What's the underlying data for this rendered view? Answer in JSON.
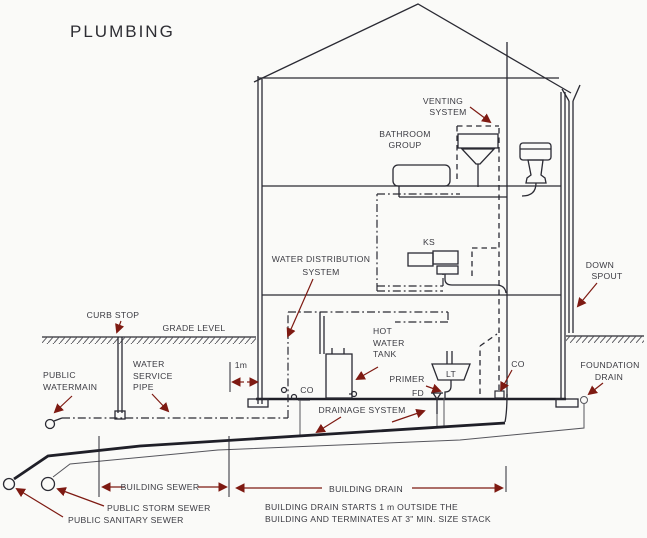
{
  "title": "PLUMBING",
  "colors": {
    "line": "#2a2a33",
    "label": "#3b3b42",
    "arrow": "#7e1a12",
    "background": "#fafaf8"
  },
  "labels": {
    "venting_system": [
      "VENTING",
      "SYSTEM"
    ],
    "bathroom_group": [
      "BATHROOM",
      "GROUP"
    ],
    "kitchen_sink": "KS",
    "water_distribution": [
      "WATER DISTRIBUTION",
      "SYSTEM"
    ],
    "down_spout": [
      "DOWN",
      "SPOUT"
    ],
    "curb_stop": "CURB STOP",
    "grade_level": "GRADE LEVEL",
    "hot_water_tank": [
      "HOT",
      "WATER",
      "TANK"
    ],
    "public_watermain": [
      "PUBLIC",
      "WATERMAIN"
    ],
    "water_service_pipe": [
      "WATER",
      "SERVICE",
      "PIPE"
    ],
    "one_meter": "1m",
    "cleanout_left": "CO",
    "primer": "PRIMER",
    "floor_drain": "FD",
    "laundry_tub": "LT",
    "cleanout_stack": "CO",
    "foundation_drain": [
      "FOUNDATION",
      "DRAIN"
    ],
    "drainage_system": "DRAINAGE SYSTEM",
    "building_sewer": "BUILDING SEWER",
    "building_drain": "BUILDING DRAIN",
    "public_storm_sewer": "PUBLIC STORM SEWER",
    "public_sanitary_sewer": "PUBLIC SANITARY SEWER",
    "note": [
      "BUILDING DRAIN STARTS 1 m  OUTSIDE THE",
      "BUILDING AND TERMINATES AT 3\" MIN. SIZE STACK"
    ]
  }
}
